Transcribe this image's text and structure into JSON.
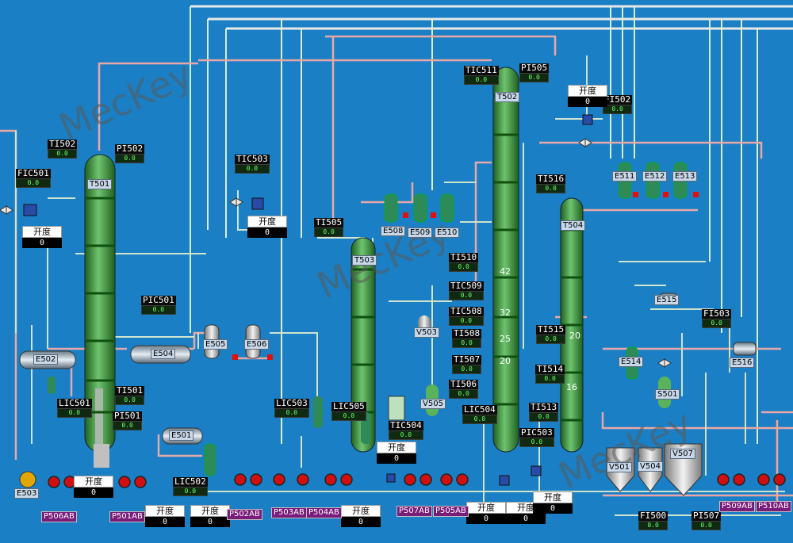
{
  "watermark": "MecKey",
  "open_caption": "开度",
  "colors": {
    "background": "#1a7fc4",
    "column": "#3e9b3e",
    "pipe_light": "#cfe3cf",
    "pipe_pink": "#e8a8a8",
    "pump": "#d01010",
    "alarm": "#e01010"
  },
  "columns": [
    {
      "label": "T501"
    },
    {
      "label": "T502"
    },
    {
      "label": "T503"
    },
    {
      "label": "T504"
    }
  ],
  "exchangers": [
    "E502",
    "E504",
    "E505",
    "E506",
    "E501",
    "E508",
    "E509",
    "E510",
    "E511",
    "E512",
    "E513",
    "E514",
    "E515",
    "E516",
    "E503"
  ],
  "vessels": [
    "V503",
    "V505",
    "S501",
    "V501",
    "V504",
    "V507"
  ],
  "tags": [
    {
      "name": "TI502",
      "value": "0.0"
    },
    {
      "name": "PI502",
      "value": "0.0"
    },
    {
      "name": "FIC501",
      "value": "0.0"
    },
    {
      "name": "TIC503",
      "value": "0.0"
    },
    {
      "name": "PIC501",
      "value": "0.0"
    },
    {
      "name": "TI501",
      "value": "0.0"
    },
    {
      "name": "PI501",
      "value": "0.0"
    },
    {
      "name": "LIC501",
      "value": "0.0"
    },
    {
      "name": "LIC502",
      "value": "0.0"
    },
    {
      "name": "LIC503",
      "value": "0.0"
    },
    {
      "name": "LIC505",
      "value": "0.0"
    },
    {
      "name": "TI505",
      "value": "0.0"
    },
    {
      "name": "TIC504",
      "value": "0.0"
    },
    {
      "name": "TIC511",
      "value": "0.0"
    },
    {
      "name": "PI505",
      "value": "0.0"
    },
    {
      "name": "FI502",
      "value": "0.0"
    },
    {
      "name": "TI510",
      "value": "0.0"
    },
    {
      "name": "TIC509",
      "value": "0.0"
    },
    {
      "name": "TIC508",
      "value": "0.0"
    },
    {
      "name": "TI508",
      "value": "0.0"
    },
    {
      "name": "TI507",
      "value": "0.0"
    },
    {
      "name": "TI506",
      "value": "0.0"
    },
    {
      "name": "LIC504",
      "value": "0.0"
    },
    {
      "name": "TI516",
      "value": "0.0"
    },
    {
      "name": "TI515",
      "value": "0.0"
    },
    {
      "name": "TI514",
      "value": "0.0"
    },
    {
      "name": "TI513",
      "value": "0.0"
    },
    {
      "name": "PIC503",
      "value": "0.0"
    },
    {
      "name": "FI503",
      "value": "0.0"
    },
    {
      "name": "FI500",
      "value": "0.0"
    },
    {
      "name": "PI507",
      "value": "0.0"
    }
  ],
  "open_boxes": [
    {
      "value": "0"
    },
    {
      "value": "0"
    },
    {
      "value": "0"
    },
    {
      "value": "0"
    },
    {
      "value": "0"
    },
    {
      "value": "0"
    },
    {
      "value": "0"
    },
    {
      "value": "0"
    },
    {
      "value": "0"
    },
    {
      "value": "0"
    },
    {
      "value": "0"
    }
  ],
  "pump_labels": [
    "P506AB",
    "P501AB",
    "P502AB",
    "P503AB",
    "P504AB",
    "P507AB",
    "P505AB",
    "P509AB",
    "P510AB"
  ],
  "tray_numbers": [
    "42",
    "32",
    "25",
    "20",
    "20",
    "16"
  ]
}
